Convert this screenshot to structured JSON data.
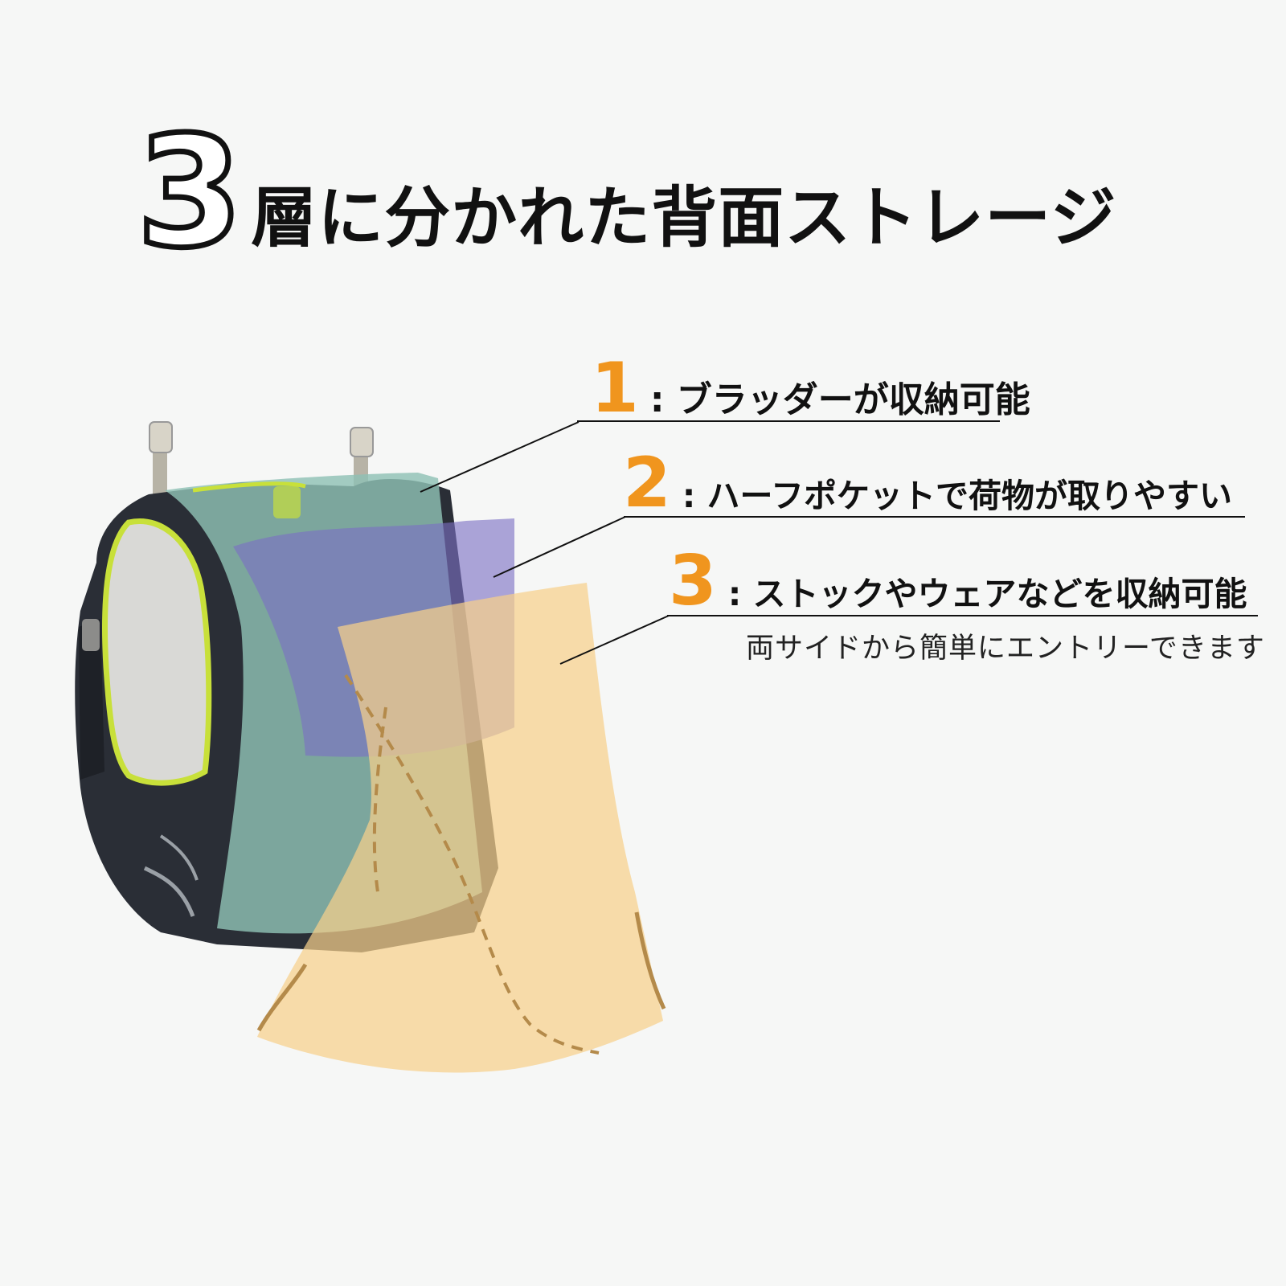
{
  "title": {
    "number": "3",
    "text": "層に分かれた背面ストレージ"
  },
  "callouts": [
    {
      "number": "1",
      "text": ": ブラッダーが収納可能"
    },
    {
      "number": "2",
      "text": ": ハーフポケットで荷物が取りやすい"
    },
    {
      "number": "3",
      "text": ": ストックやウェアなどを収納可能",
      "sub": "両サイドから簡単にエントリーできます"
    }
  ],
  "colors": {
    "accent_number": "#f0951e",
    "layer1": "#8fc1b4",
    "layer2": "#7a6fc4",
    "layer3": "#f7d08a",
    "vest_body": "#2a2e36",
    "vest_trim": "#c8e03a"
  }
}
